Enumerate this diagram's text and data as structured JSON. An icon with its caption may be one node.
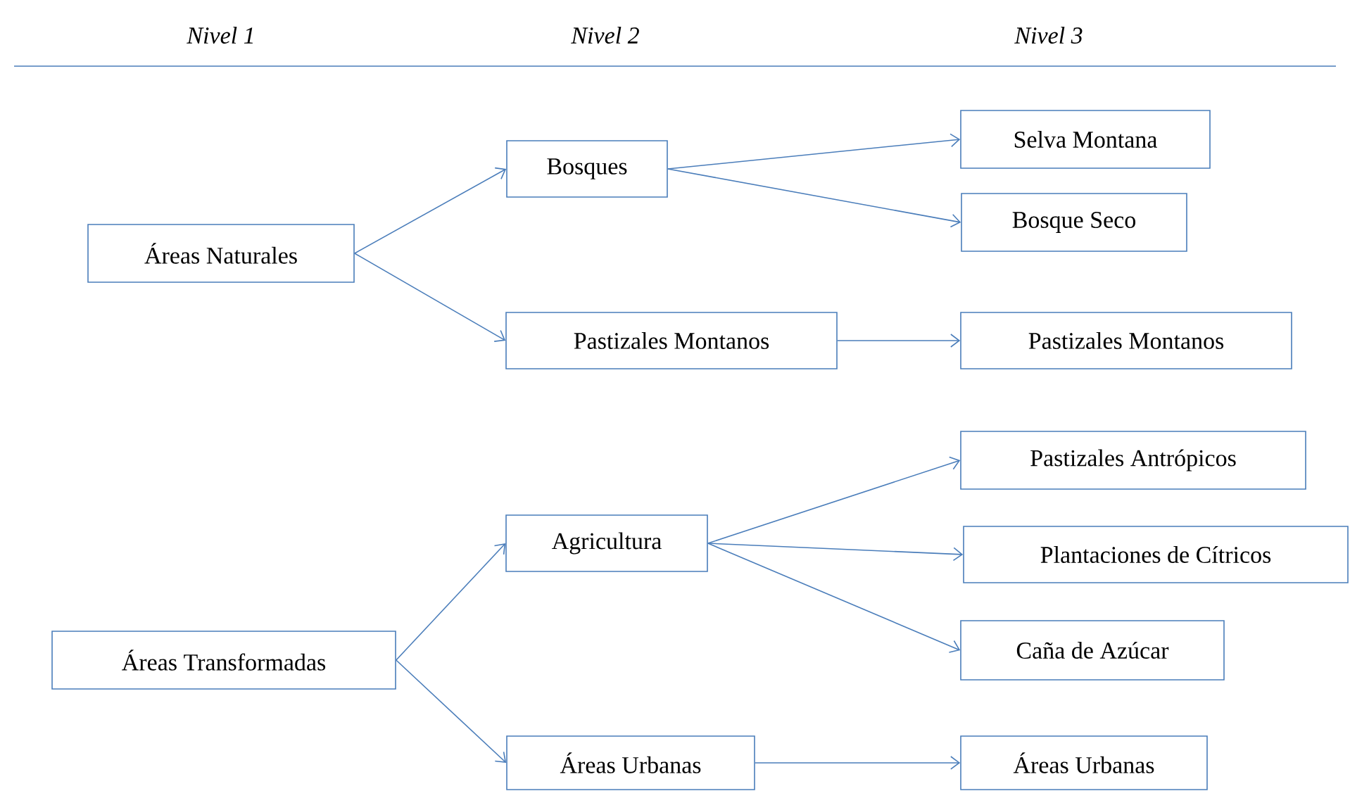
{
  "diagram": {
    "nodes": [
      {
        "text": [
          "Áreas Naturales"
        ]
      },
      {
        "text": [
          "Bosques"
        ]
      },
      {
        "text": [
          "Pastizales Montanos"
        ]
      },
      {
        "text": [
          "Selva Montana"
        ]
      },
      {
        "text": [
          "Bosque Seco"
        ]
      },
      {
        "text": [
          "Pastizales Montanos"
        ]
      },
      {
        "text": [
          "Áreas Transformadas"
        ]
      },
      {
        "text": [
          "Agricultura"
        ]
      },
      {
        "text": [
          "Áreas Urbanas"
        ]
      },
      {
        "text": [
          "Pastizales Antrópicos"
        ]
      },
      {
        "text": [
          "Plantaciones de Cítricos"
        ]
      },
      {
        "text": [
          "Caña de Azúcar"
        ]
      },
      {
        "text": [
          "Áreas Urbanas"
        ]
      }
    ],
    "edges": [
      {
        "from": 0,
        "to": 1,
        "arrow": "to"
      },
      {
        "from": 0,
        "to": 2,
        "arrow": "to"
      },
      {
        "from": 1,
        "to": 3,
        "arrow": "to"
      },
      {
        "from": 1,
        "to": 4,
        "arrow": "to"
      },
      {
        "from": 2,
        "to": 5,
        "arrow": "to"
      },
      {
        "from": 6,
        "to": 7,
        "arrow": "to"
      },
      {
        "from": 6,
        "to": 8,
        "arrow": "to"
      },
      {
        "from": 7,
        "to": 9,
        "arrow": "to"
      },
      {
        "from": 7,
        "to": 10,
        "arrow": "to"
      },
      {
        "from": 7,
        "to": 11,
        "arrow": "to"
      },
      {
        "from": 8,
        "to": 12,
        "arrow": "to"
      }
    ],
    "labels": [
      "Nivel 1",
      "Nivel 2",
      "Nivel 3"
    ]
  }
}
